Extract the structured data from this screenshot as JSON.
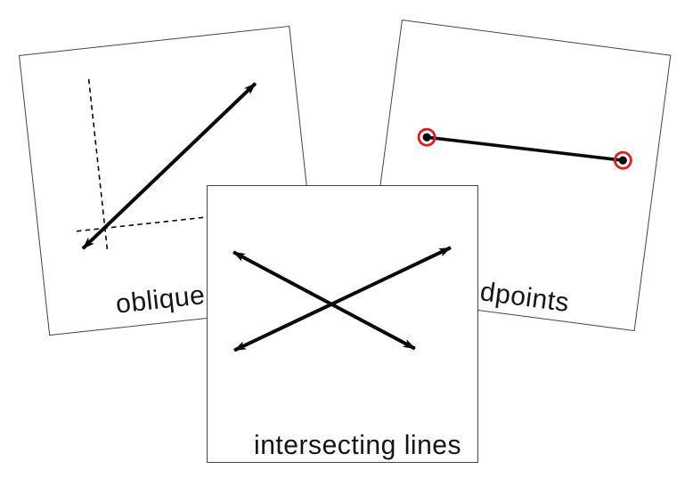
{
  "scene": {
    "description": "Three geometry nomenclature cards overlapping on a white background"
  },
  "cards": {
    "oblique": {
      "label": "oblique",
      "figure": "oblique-line-through-dashed-axes"
    },
    "endpoints": {
      "label": "dpoints",
      "figure": "line-segment-with-red-circled-endpoints"
    },
    "intersecting": {
      "label": "intersecting lines",
      "figure": "two-crossing-double-arrow-lines"
    }
  },
  "colors": {
    "background": "#ffffff",
    "card_border": "#454545",
    "line": "#0a0a0a",
    "ink": "#15151e",
    "endpoint_red": "#e8191c"
  }
}
